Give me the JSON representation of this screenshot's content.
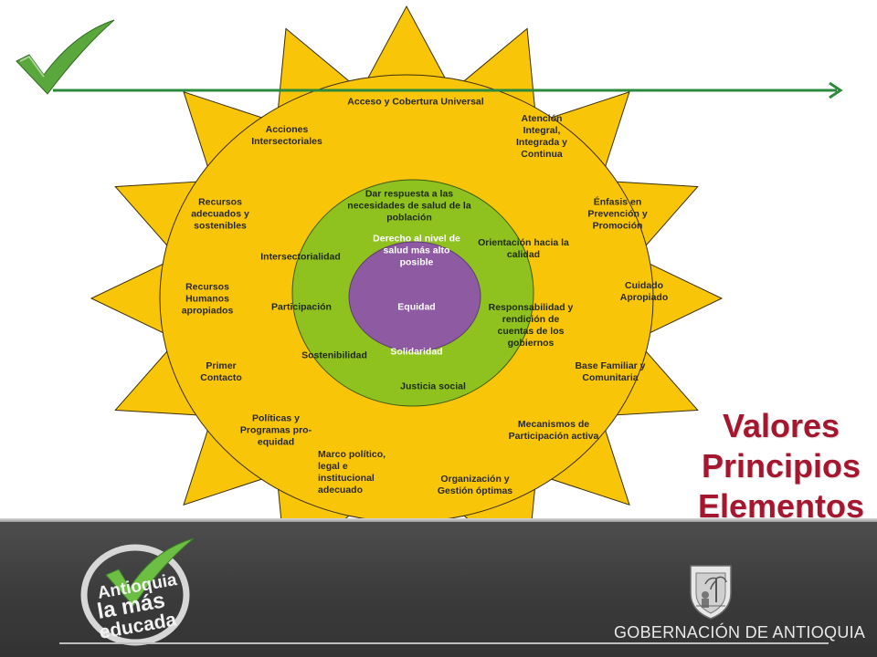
{
  "side_title": [
    "Valores",
    "Principios",
    "Elementos"
  ],
  "core": {
    "main": "Derecho al nivel de salud más alto posible",
    "items": [
      "Equidad",
      "Solidaridad"
    ]
  },
  "principles": [
    "Dar respuesta a las necesidades de salud de la población",
    "Orientación hacia la calidad",
    "Responsabilidad y rendición de cuentas de los gobiernos",
    "Justicia social",
    "Sostenibilidad",
    "Participación",
    "Intersectorialidad"
  ],
  "elements": [
    "Acceso y Cobertura Universal",
    "Atención Integral, Integrada y Continua",
    "Énfasis en Prevención y Promoción",
    "Cuidado Apropiado",
    "Base Familiar y Comunitaria",
    "Mecanismos de Participación activa",
    "Organización y Gestión óptimas",
    "Marco político, legal e institucional adecuado",
    "Políticas y Programas pro-equidad",
    "Primer Contacto",
    "Recursos Humanos apropiados",
    "Recursos adecuados y sostenibles",
    "Acciones Intersectoriales"
  ],
  "footer": {
    "logo_lines": [
      "Antioquia",
      "la más",
      "educada"
    ],
    "government": "GOBERNACIÓN DE ANTIOQUIA"
  },
  "colors": {
    "sun": "#f9c509",
    "sun_stroke": "#3a2e05",
    "principles_ring": "#8fc11f",
    "core": "#8e5ba2",
    "title": "#a5172f",
    "check": "#5aa83c",
    "arrow": "#2b8a3b",
    "footer": "#404040"
  },
  "icons": [
    "checkmark-icon",
    "arrow-right-icon",
    "antioquia-logo-icon",
    "coat-of-arms-icon"
  ]
}
